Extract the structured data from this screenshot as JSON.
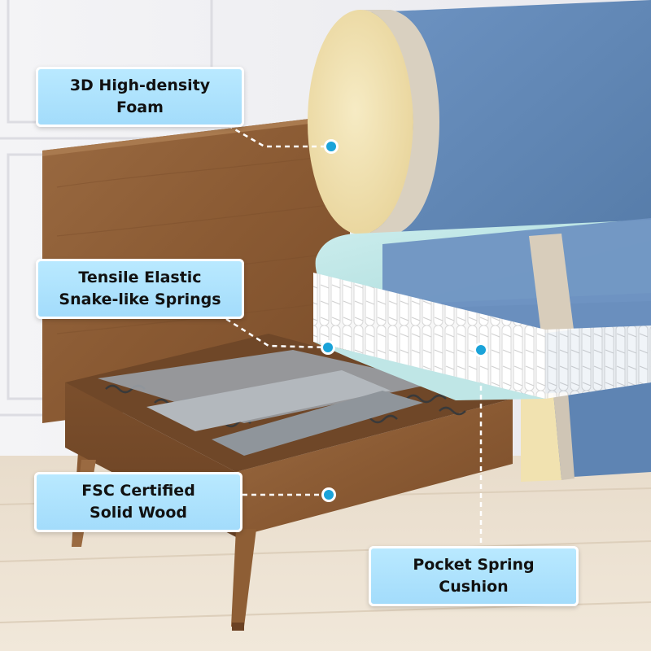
{
  "callouts": {
    "foam": "3D High-density\nFoam",
    "springs": "Tensile Elastic\nSnake-like Springs",
    "wood": "FSC Certified\nSolid Wood",
    "pocket": "Pocket Spring\nCushion"
  },
  "colors": {
    "callout_fill": "#a9dffc",
    "marker": "#1aa3d9",
    "walnut_wood": "#8a5a33",
    "upholstery_blue": "#5f86b8",
    "foam_cream": "#f1e2b0",
    "foam_mint": "#bfe6e6"
  }
}
